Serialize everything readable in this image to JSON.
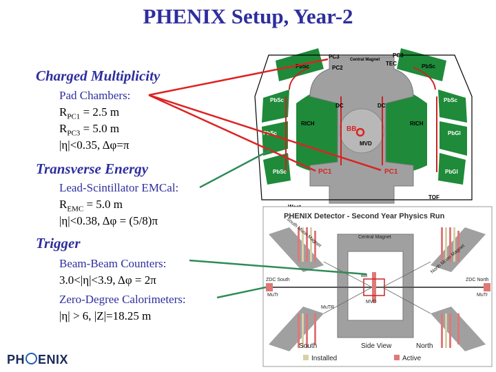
{
  "title": "PHENIX Setup, Year-2",
  "sections": {
    "charged": {
      "heading": "Charged Multiplicity",
      "line1": "Pad Chambers:",
      "r_pc1_prefix": "R",
      "r_pc1_sub": "PC1",
      "r_pc1_value": " = 2.5 m",
      "r_pc3_prefix": "R",
      "r_pc3_sub": "PC3",
      "r_pc3_value": " = 5.0 m",
      "acceptance": "|η|<0.35, Δφ=π"
    },
    "transverse": {
      "heading": "Transverse Energy",
      "line1": "Lead-Scintillator EMCal:",
      "r_emc_prefix": "R",
      "r_emc_sub": "EMC",
      "r_emc_value": " = 5.0 m",
      "acceptance": "|η|<0.38, Δφ = (5/8)π"
    },
    "trigger": {
      "heading": "Trigger",
      "bbc": "Beam-Beam Counters:",
      "bbc_acc": "3.0<|η|<3.9, Δφ = 2π",
      "zdc": "Zero-Degree Calorimeters:",
      "zdc_acc": "|η| > 6, |Z|=18.25 m"
    }
  },
  "top_view_labels": {
    "pc3_top": "PC3",
    "pc2": "PC2",
    "central_magnet": "Central Magnet",
    "pc3_right": "PC3",
    "tec": "TEC",
    "pbsc_tl": "PbSc",
    "pbsc_tr": "PbSc",
    "pbsc_l1": "PbSc",
    "pbsc_r1": "PbSc",
    "pbsc_l2": "PbSc",
    "pbsc_l3": "PbSc",
    "pbgl_r1": "PbGl",
    "pbgl_r2": "PbGl",
    "dc_left": "DC",
    "dc_right": "DC",
    "rich_left": "RICH",
    "rich_right": "RICH",
    "bb": "BB",
    "mvd": "MVD",
    "pc1_left": "PC1",
    "pc1_right": "PC1",
    "tof": "TOF",
    "west": "West"
  },
  "side_view": {
    "header": "PHENIX Detector - Second Year Physics Run",
    "south_muon_magnet": "South Muon Magnet",
    "central_magnet": "Central Magnet",
    "north_muon_magnet": "North Muon Magnet",
    "bb": "BB",
    "mvd": "MVD",
    "zdc_south": "ZDC South",
    "zdc_north": "ZDC North",
    "mutr_left": "MuTr",
    "mutr_center": "MuTR",
    "mutr_right": "MuTr",
    "south": "South",
    "side_view": "Side View",
    "north": "North",
    "legend_installed": "Installed",
    "legend_active": "Active"
  },
  "colors": {
    "title": "#2e2e9e",
    "emcal": "#1f8a3a",
    "magnet": "#a0a0a0",
    "pad_chamber": "#cc2222",
    "arrow_red": "#dd2222",
    "arrow_green": "#2e8b57",
    "active": "#e07878",
    "installed": "#d8d0a8"
  },
  "logo": {
    "left": "PH",
    "right": "ENIX"
  }
}
